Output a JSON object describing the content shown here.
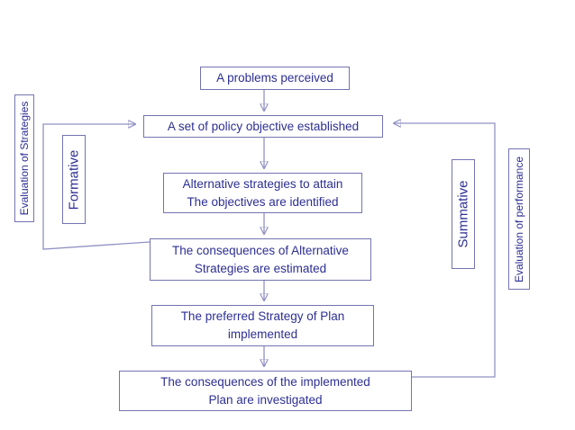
{
  "diagram": {
    "title": "Formative and summative evaluation flowchart",
    "colors": {
      "text": "#2d2f92",
      "box_border": "#7474b0",
      "connector_line": "#9191c4",
      "arrowhead": "#2d2f92",
      "background": "#ffffff"
    },
    "boxes": [
      {
        "id": "problems-perceived",
        "label": "A problems perceived"
      },
      {
        "id": "policy-objective",
        "label": "A set of policy objective established"
      },
      {
        "id": "alternative-strategies",
        "label": "Alternative strategies to attain\nThe objectives are identified"
      },
      {
        "id": "consequences-estimated",
        "label": "The consequences of Alternative\nStrategies are estimated"
      },
      {
        "id": "preferred-strategy",
        "label": "The preferred Strategy of Plan\nimplemented"
      },
      {
        "id": "consequences-investigated",
        "label": "The consequences of the implemented\nPlan are investigated"
      }
    ],
    "side_labels": [
      {
        "id": "evaluation-of-strategies",
        "label": "Evaluation of Strategies"
      },
      {
        "id": "formative",
        "label": "Formative"
      },
      {
        "id": "summative",
        "label": "Summative"
      },
      {
        "id": "evaluation-of-performance",
        "label": "Evaluation of performance"
      }
    ]
  }
}
